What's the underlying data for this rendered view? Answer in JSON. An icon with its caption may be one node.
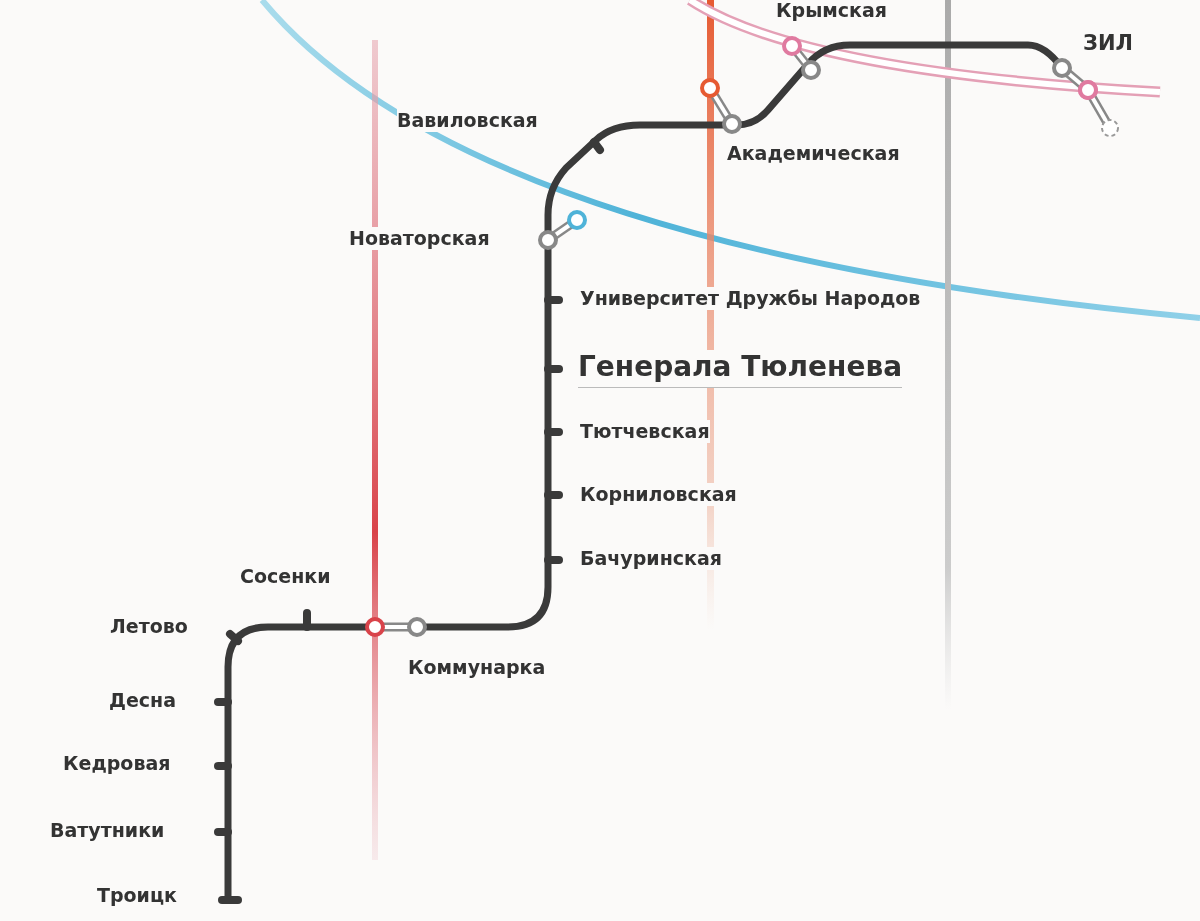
{
  "diagram": {
    "labels": [
      "Крымская",
      "ЗИЛ",
      "Вавиловская",
      "Академическая",
      "Новаторская",
      "Университет Дружбы Народов",
      "Генерала Тюленева",
      "Тютчевская",
      "Корниловская",
      "Бачуринская",
      "Сосенки",
      "Летово",
      "Коммунарка",
      "Десна",
      "Кедровая",
      "Ватутники",
      "Троицк"
    ]
  }
}
